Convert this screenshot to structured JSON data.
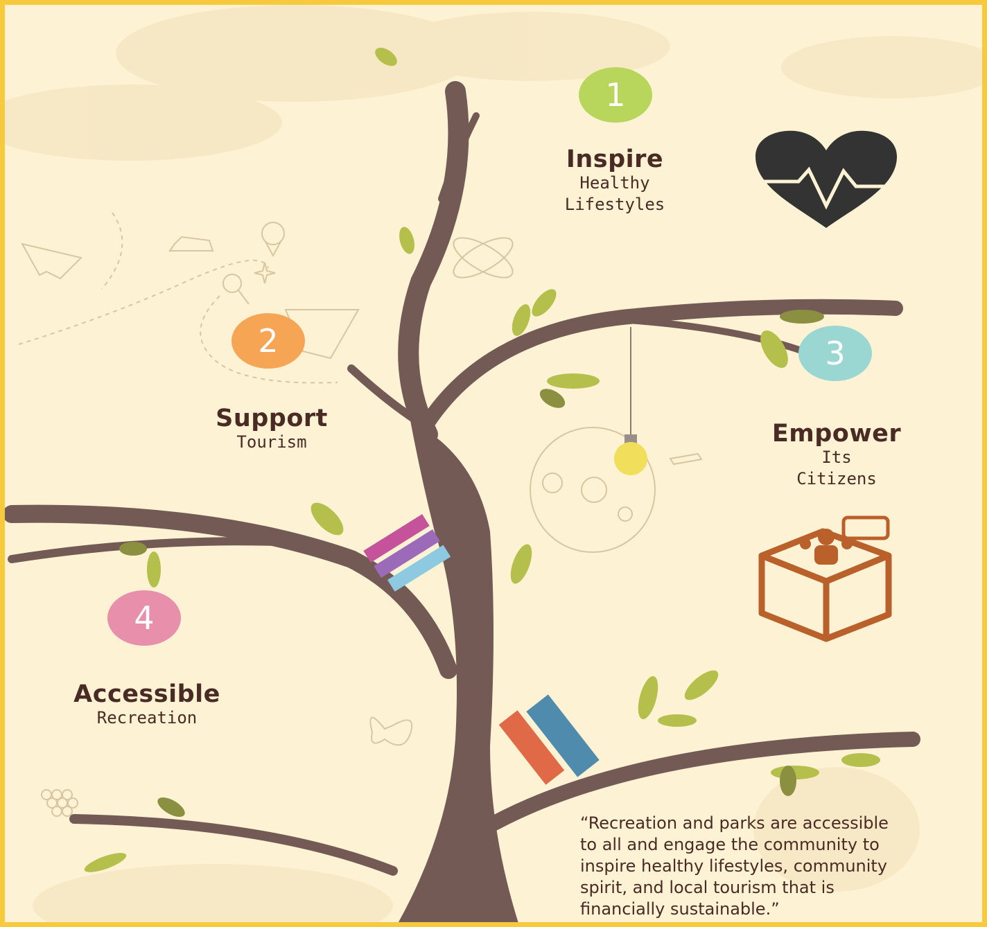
{
  "colors": {
    "border": "#f7c93c",
    "background": "#fdf3d4",
    "trunk": "#745a55",
    "text": "#4a2a24",
    "leaf": "#b5bf4c",
    "badge_1": "#b8d65c",
    "badge_2": "#f5a553",
    "badge_3": "#9ad6d2",
    "badge_4": "#e78fab",
    "heart": "#333333",
    "box": "#b9602b"
  },
  "pillars": [
    {
      "number": "1",
      "title": "Inspire",
      "subtitle_lines": [
        "Healthy",
        "Lifestyles"
      ],
      "icon": "heartbeat-icon"
    },
    {
      "number": "2",
      "title": "Support",
      "subtitle_lines": [
        "Tourism"
      ],
      "icon": "travel-map-icon"
    },
    {
      "number": "3",
      "title": "Empower",
      "subtitle_lines": [
        "Its",
        "Citizens"
      ],
      "icon": "community-box-icon"
    },
    {
      "number": "4",
      "title": "Accessible",
      "subtitle_lines": [
        "Recreation"
      ],
      "icon": "butterfly-icon"
    }
  ],
  "quote_lines": [
    "“Recreation and parks are accessible",
    "to all and engage the community to",
    "inspire healthy lifestyles, community",
    "spirit, and local tourism that is",
    "financially sustainable.”"
  ]
}
